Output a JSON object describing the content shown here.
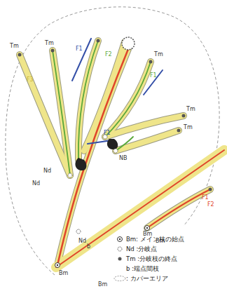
{
  "diagram": {
    "labels": [
      "Tm",
      "Tm",
      "Tm",
      "Tm",
      "Tm",
      "F1",
      "F2",
      "F1",
      "F3",
      "F1",
      "Nd",
      "Nd",
      "NB",
      "Nd",
      "b",
      "Bm",
      "Bm",
      "Bm",
      "Bm",
      "F2",
      "F1"
    ],
    "legend": [
      {
        "text": "Bm: メイン枝の始点"
      },
      {
        "text": "Nd :分岐点"
      },
      {
        "text": "Tm :分岐枝の終点"
      },
      {
        "text": "b :端点間枝"
      },
      {
        "text": ": カバーエリア"
      }
    ]
  }
}
